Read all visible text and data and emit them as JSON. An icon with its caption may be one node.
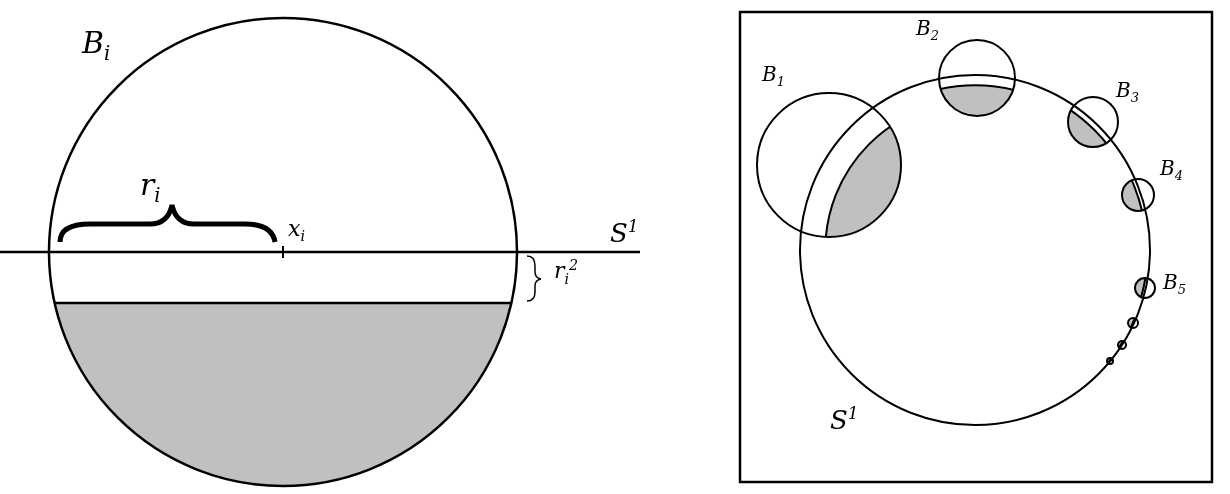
{
  "diagram": {
    "labels": [
      "B$_{i}$",
      "r$_{i}$",
      "x$_{i}$",
      "S$^{1}$",
      "r$_{i}$$^{2}$",
      "B$_{1}$",
      "B$_{2}$",
      "B$_{3}$",
      "B$_{4}$",
      "B$_{5}$",
      "S$^{1}$"
    ]
  }
}
